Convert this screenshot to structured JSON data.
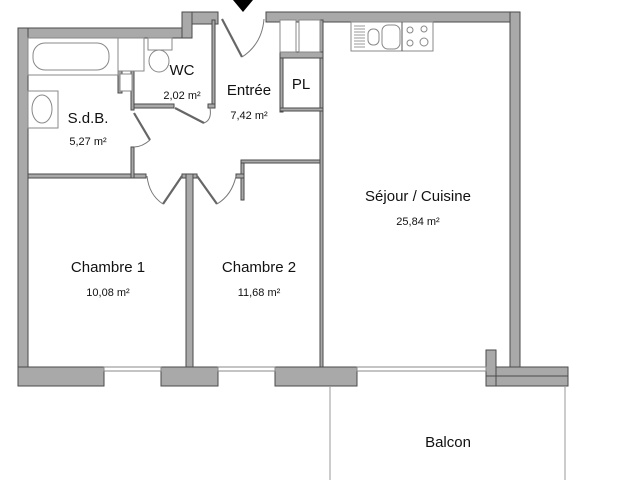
{
  "plan": {
    "entry_marker": "arrow-down",
    "wall_color": "#a9a9a9",
    "rooms": [
      {
        "id": "wc",
        "name": "WC",
        "area": "2,02 m²"
      },
      {
        "id": "entree",
        "name": "Entrée",
        "area": "7,42 m²"
      },
      {
        "id": "placard",
        "name": "PL"
      },
      {
        "id": "sdb",
        "name": "S.d.B.",
        "area": "5,27 m²"
      },
      {
        "id": "sejour",
        "name": "Séjour / Cuisine",
        "area": "25,84 m²"
      },
      {
        "id": "chambre1",
        "name": "Chambre 1",
        "area": "10,08 m²"
      },
      {
        "id": "chambre2",
        "name": "Chambre 2",
        "area": "11,68 m²"
      },
      {
        "id": "balcon",
        "name": "Balcon"
      }
    ]
  }
}
